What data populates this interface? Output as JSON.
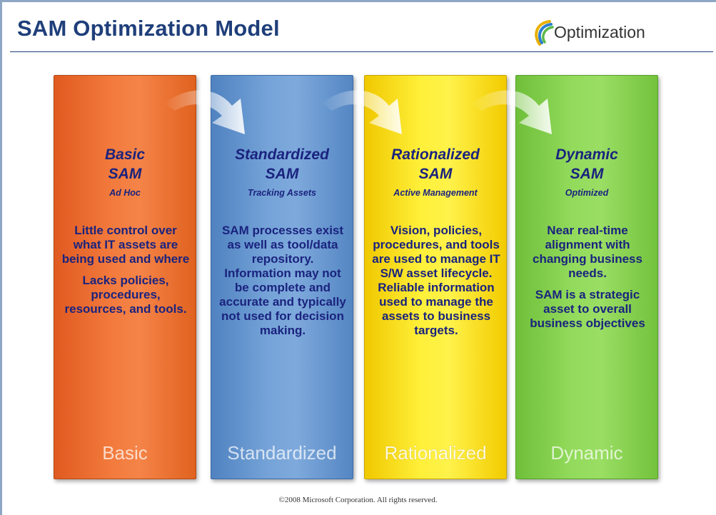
{
  "slide": {
    "title": "SAM Optimization Model",
    "logo_text": "Optimization",
    "copyright": "©2008 Microsoft Corporation. All rights reserved."
  },
  "columns": [
    {
      "title_line1": "Basic",
      "title_line2": "SAM",
      "subtitle": "Ad Hoc",
      "desc1": "Little control over what IT assets are being used and where",
      "desc2": "Lacks policies, procedures, resources, and tools.",
      "footer": "Basic",
      "color": "#f27a3c"
    },
    {
      "title_line1": "Standardized",
      "title_line2": "SAM",
      "subtitle": "Tracking Assets",
      "desc1": "SAM processes exist as well as tool/data repository. Information may not be complete and accurate and typically not used for decision making.",
      "desc2": "",
      "footer": "Standardized",
      "color": "#75a3d8"
    },
    {
      "title_line1": "Rationalized",
      "title_line2": "SAM",
      "subtitle": "Active Management",
      "desc1": "Vision, policies, procedures, and tools are used to manage IT S/W asset lifecycle. Reliable information used to manage the assets to business targets.",
      "desc2": "",
      "footer": "Rationalized",
      "color": "#fff03a"
    },
    {
      "title_line1": "Dynamic",
      "title_line2": "SAM",
      "subtitle": "Optimized",
      "desc1": "Near real-time alignment with changing business needs.",
      "desc2": "SAM is a strategic asset to overall business objectives",
      "footer": "Dynamic",
      "color": "#93db5c"
    }
  ],
  "colors": {
    "title": "#1f3f7a",
    "text": "#1a237e",
    "frame": "#8da6c4"
  },
  "icons": [
    "optimization-logo-icon",
    "transition-arrow-icon"
  ]
}
